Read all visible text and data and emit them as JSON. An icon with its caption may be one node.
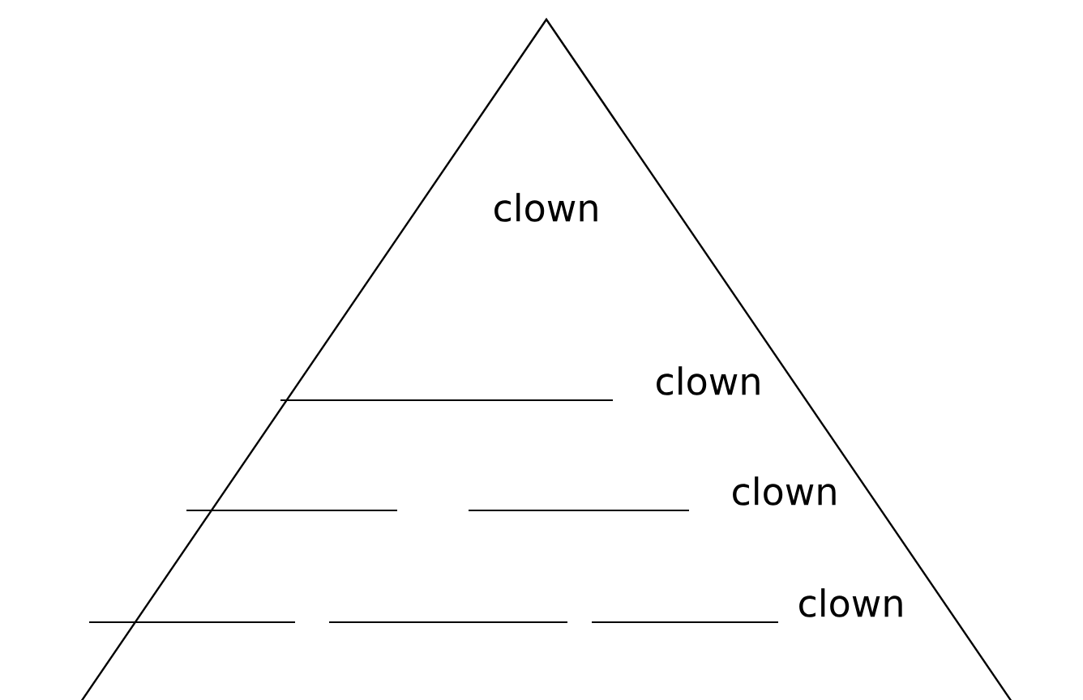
{
  "diagram": {
    "nodes": [
      {
        "text": [
          "clown",
          "clown",
          "clown",
          "clown"
        ]
      }
    ]
  }
}
